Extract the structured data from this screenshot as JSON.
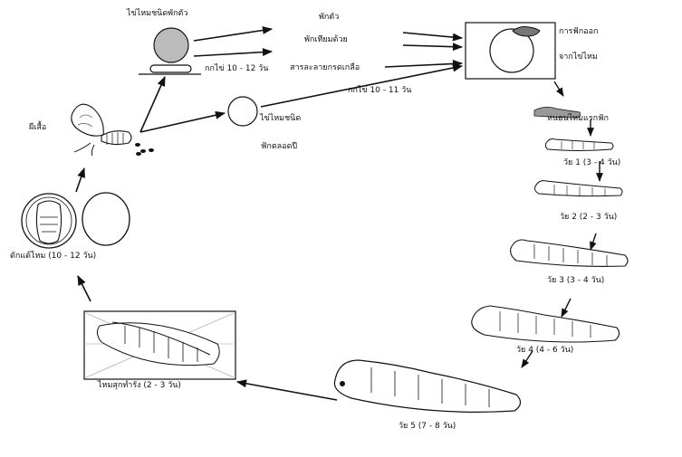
{
  "labels": {
    "diapause_egg": "ไข่ไหมชนิดพักตัว",
    "hatch_10_12": "กกไข่ 10 - 12 วัน",
    "dormant": "พักตัว",
    "break_dormancy": "พักเทียมด้วย",
    "acid_solution": "สารละลายกรดเกลือ",
    "hatch_10_11": "กกไข่ 10 - 11 วัน",
    "hatching_1": "การฟักออก",
    "hatching_2": "จากไข่ไหม",
    "nondiapause_egg_1": "ไข่ไหมชนิด",
    "nondiapause_egg_2": "ฟักตลอดปี",
    "moth": "ผีเสื้อ",
    "newly_hatched": "หนอนไหมแรกฟัก",
    "instar1": "วัย 1 (3 - 4 วัน)",
    "instar2": "วัย 2 (2 - 3 วัน)",
    "instar3": "วัย 3 (3 - 4 วัน)",
    "instar4": "วัย 4 (4 - 6 วัน)",
    "instar5": "วัย 5 (7 - 8 วัน)",
    "spinning": "ไหมสุกทำรัง (2 - 3 วัน)",
    "pupa": "ดักแด้ไหม (10 - 12 วัน)"
  }
}
